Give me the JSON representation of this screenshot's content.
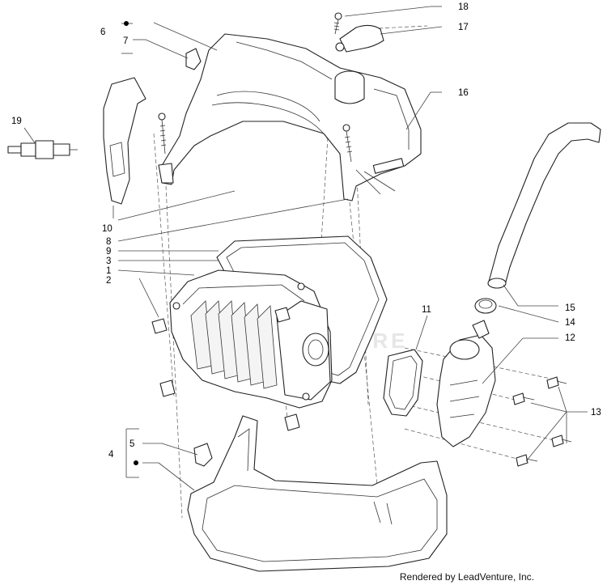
{
  "callouts": {
    "c1": "1",
    "c2": "2",
    "c3": "3",
    "c4": "4",
    "c5": "5",
    "c6": "6",
    "c7": "7",
    "c8": "8",
    "c9": "9",
    "c10": "10",
    "c11": "11",
    "c12": "12",
    "c13": "13",
    "c14": "14",
    "c15": "15",
    "c16": "16",
    "c17": "17",
    "c18": "18",
    "c19": "19"
  },
  "watermark": "DYNATURE",
  "credit": "Rendered by LeadVenture, Inc."
}
